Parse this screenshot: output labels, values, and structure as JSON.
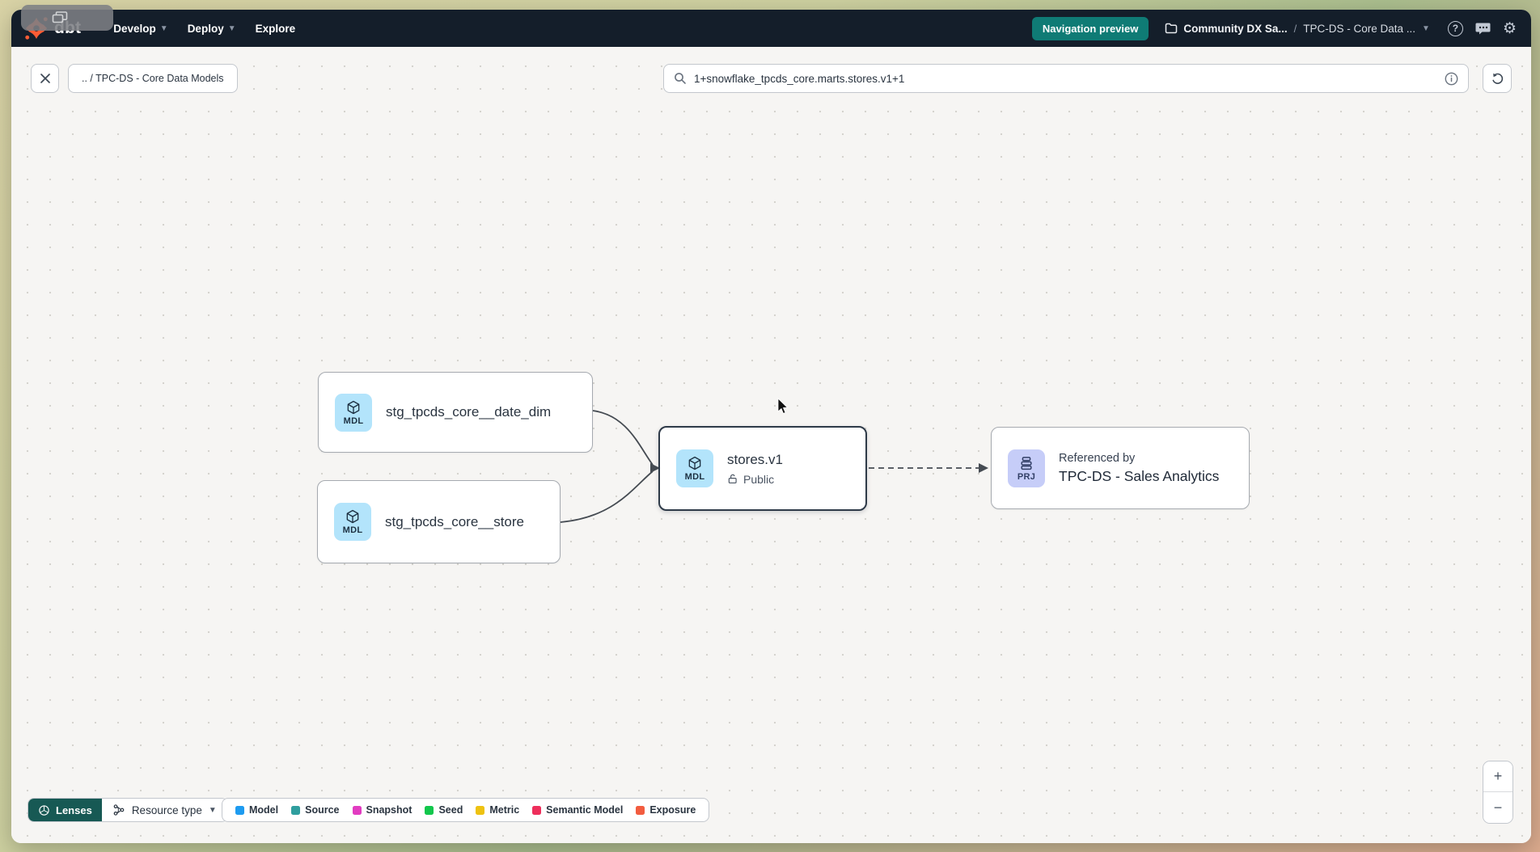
{
  "nav": {
    "logo_text": "dbt",
    "items": [
      {
        "label": "Develop"
      },
      {
        "label": "Deploy"
      },
      {
        "label": "Explore"
      }
    ],
    "preview_badge": "Navigation preview",
    "breadcrumb": {
      "project": "Community DX Sa...",
      "separator": "/",
      "page": "TPC-DS - Core Data ..."
    }
  },
  "toolbar": {
    "back_chip": ".. / TPC-DS - Core Data Models",
    "search_value": "1+snowflake_tpcds_core.marts.stores.v1+1"
  },
  "graph": {
    "nodes": [
      {
        "badge": "MDL",
        "label": "stg_tpcds_core__date_dim"
      },
      {
        "badge": "MDL",
        "label": "stg_tpcds_core__store"
      },
      {
        "badge": "MDL",
        "label": "stores.v1",
        "access": "Public"
      },
      {
        "badge": "PRJ",
        "title": "Referenced by",
        "label": "TPC-DS - Sales Analytics"
      }
    ]
  },
  "footer": {
    "lenses_label": "Lenses",
    "resource_type_label": "Resource type",
    "legend": [
      {
        "label": "Model",
        "color": "#1d9bf0"
      },
      {
        "label": "Source",
        "color": "#2f9e9e"
      },
      {
        "label": "Snapshot",
        "color": "#e23cc1"
      },
      {
        "label": "Seed",
        "color": "#12c74c"
      },
      {
        "label": "Metric",
        "color": "#eec211"
      },
      {
        "label": "Semantic Model",
        "color": "#ee2e5b"
      },
      {
        "label": "Exposure",
        "color": "#f25c3f"
      }
    ],
    "zoom_in": "+",
    "zoom_out": "−"
  },
  "colors": {
    "navbar": "#141e2a",
    "accent_teal": "#0f7b75",
    "brand_orange": "#ff5c35",
    "model_tile": "#b3e4fb",
    "project_tile": "#c6cdf8",
    "canvas": "#f6f5f3"
  }
}
